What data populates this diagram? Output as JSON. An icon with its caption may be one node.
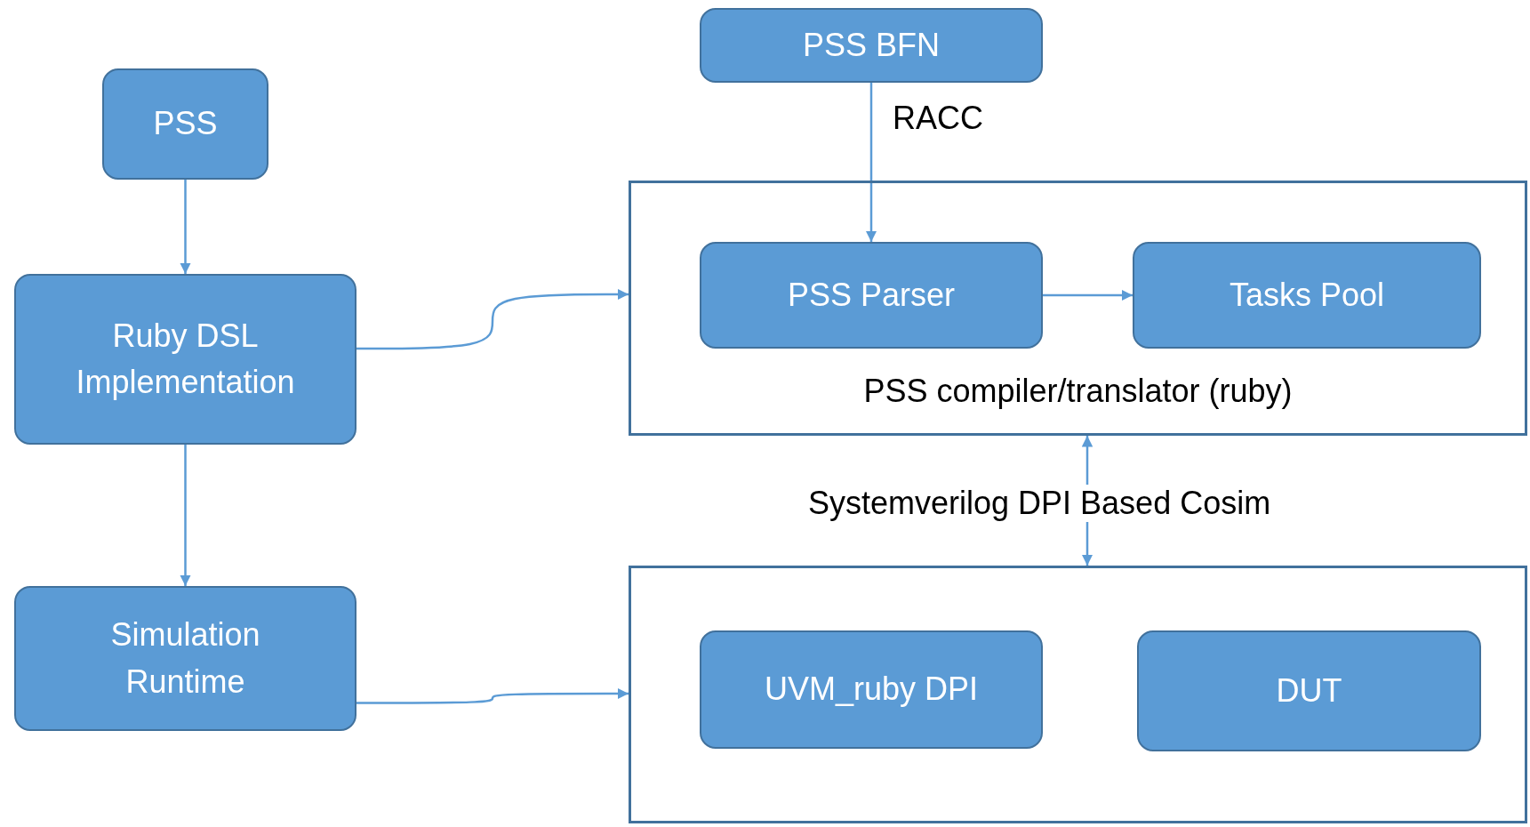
{
  "diagram": {
    "nodes": [
      {
        "text": [
          "PSS"
        ]
      },
      {
        "text": [
          "Ruby DSL Implementation"
        ]
      },
      {
        "text": [
          "Simulation Runtime"
        ]
      },
      {
        "text": [
          "PSS BFN"
        ]
      },
      {
        "text": [
          "PSS compiler/translator (ruby)"
        ]
      },
      {
        "text": [
          "PSS Parser"
        ],
        "in": 4
      },
      {
        "text": [
          "Tasks Pool"
        ],
        "in": 4
      },
      {
        "text": [],
        "shape": "box"
      },
      {
        "text": [
          "UVM_ruby DPI"
        ],
        "in": 7
      },
      {
        "text": [
          "DUT"
        ],
        "in": 7
      }
    ],
    "edges": [
      {
        "from": 0,
        "to": 1,
        "arrow": "to"
      },
      {
        "from": 1,
        "to": 2,
        "arrow": "to"
      },
      {
        "from": 3,
        "to": 5,
        "arrow": "to",
        "label": "RACC"
      },
      {
        "from": 5,
        "to": 6,
        "arrow": "to"
      },
      {
        "from": 4,
        "to": 7,
        "arrow": "both",
        "label": "Systemverilog DPI Based Cosim"
      },
      {
        "from": 1,
        "to": 4,
        "arrow": "to"
      },
      {
        "from": 2,
        "to": 7,
        "arrow": "to"
      }
    ]
  }
}
